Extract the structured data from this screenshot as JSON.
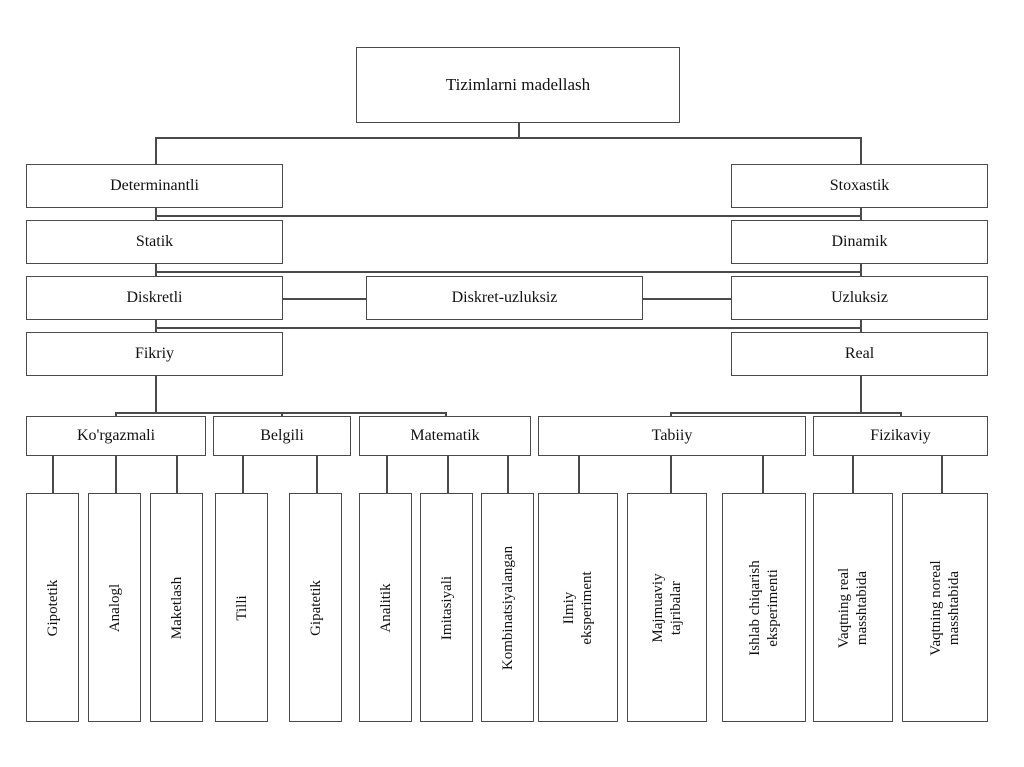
{
  "diagram": {
    "title": "Tizimlarni madellash",
    "root": {
      "label": "Tizimlarni madellash"
    },
    "left_chain": [
      {
        "label": "Determinantli"
      },
      {
        "label": "Statik"
      },
      {
        "label": "Diskretli"
      },
      {
        "label": "Fikriy"
      }
    ],
    "right_chain": [
      {
        "label": "Stoxastik"
      },
      {
        "label": "Dinamik"
      },
      {
        "label": "Uzluksiz"
      },
      {
        "label": "Real"
      }
    ],
    "middle": {
      "label": "Diskret-uzluksiz"
    },
    "categories": [
      {
        "label": "Ko'rgazmali"
      },
      {
        "label": "Belgili"
      },
      {
        "label": "Matematik"
      },
      {
        "label": "Tabiiy"
      },
      {
        "label": "Fizikaviy"
      }
    ],
    "leaves": [
      {
        "label": "Gipotetik"
      },
      {
        "label": "Analogl"
      },
      {
        "label": "Maketlash"
      },
      {
        "label": "Tilli"
      },
      {
        "label": "Gipatetik"
      },
      {
        "label": "Analitik"
      },
      {
        "label": "Imitasiyali"
      },
      {
        "label": "Kombinatsiyalangan"
      },
      {
        "label": "Ilmiy\neksperiment"
      },
      {
        "label": "Majmuaviy\ntajribalar"
      },
      {
        "label": "Ishlab chiqarish\neksperimenti"
      },
      {
        "label": "Vaqtning real\nmasshtabida"
      },
      {
        "label": "Vaqtning noreal\nmasshtabida"
      }
    ],
    "colors": {
      "border": "#4a4a4a",
      "background": "#ffffff",
      "text": "#111111"
    }
  }
}
